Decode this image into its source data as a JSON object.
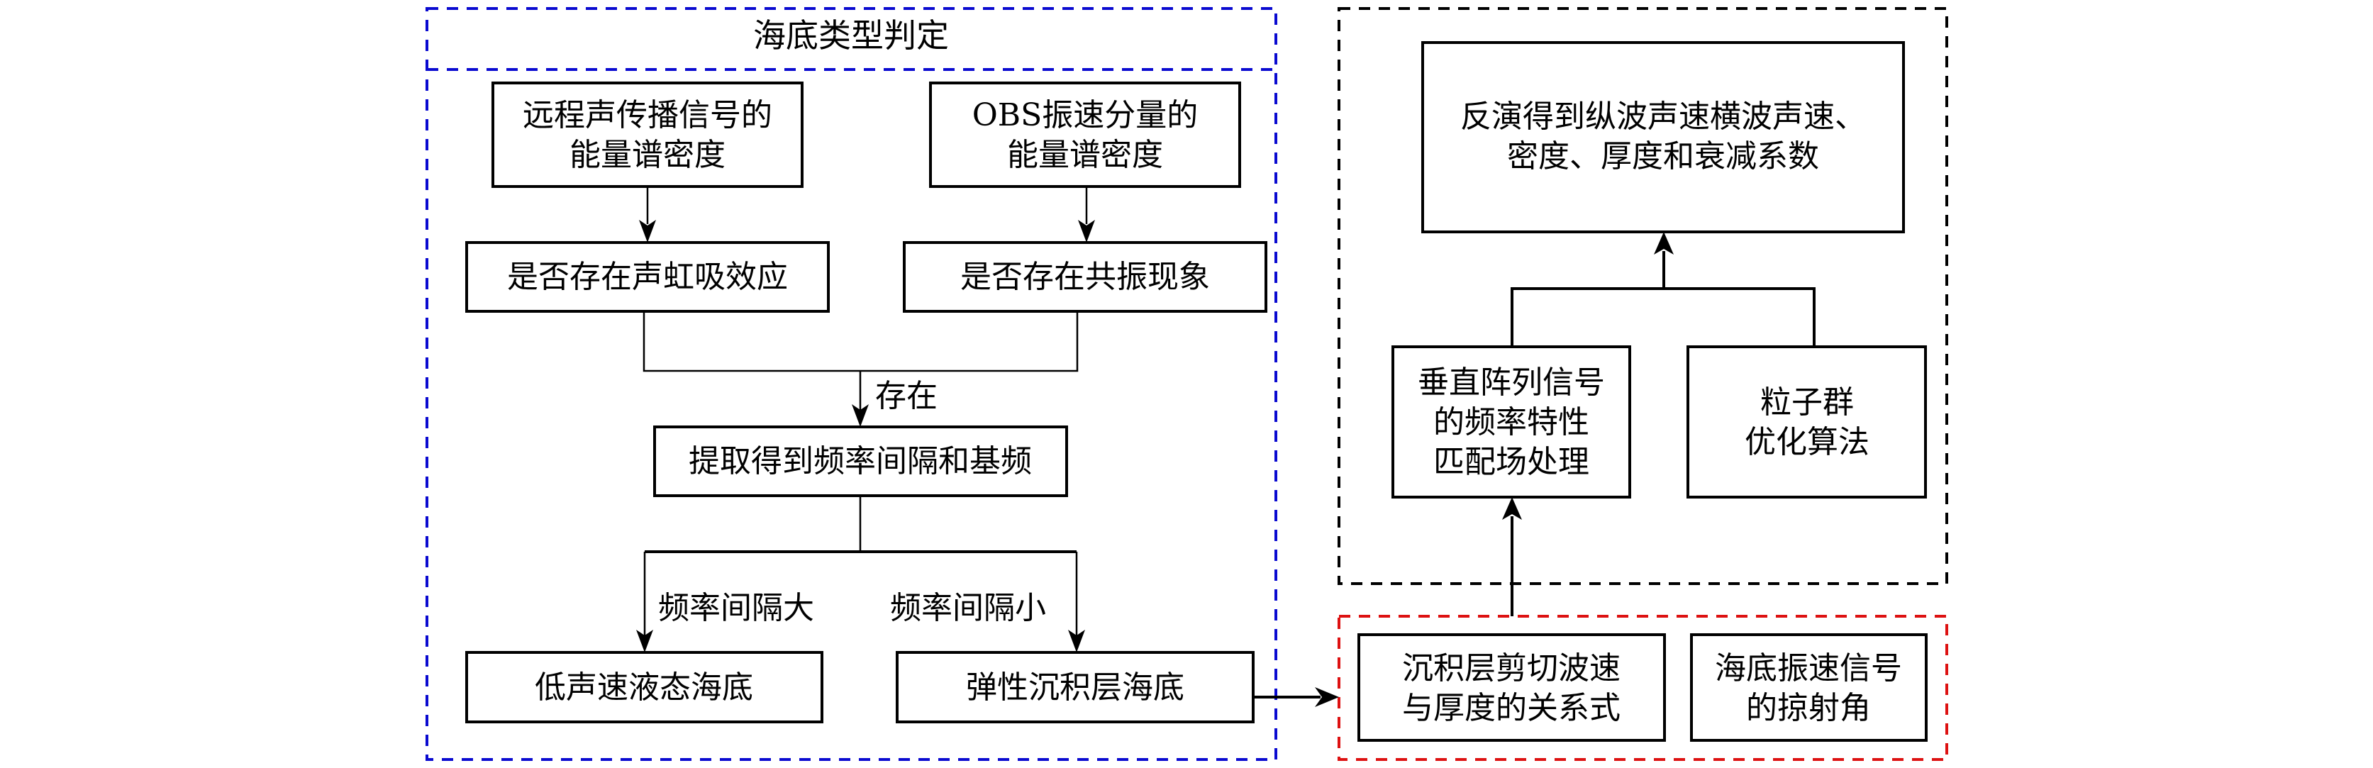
{
  "diagram": {
    "colors": {
      "seabed_group": "#0a0ad0",
      "inversion_group": "#000000",
      "inputs_group": "#dd1111",
      "box_stroke": "#000000"
    },
    "groups": {
      "seabed_type": {
        "title": "海底类型判定"
      }
    },
    "nodes": {
      "remote_esd": {
        "lines": [
          "远程声传播信号的",
          "能量谱密度"
        ]
      },
      "obs_esd": {
        "lines": [
          "OBS振速分量的",
          "能量谱密度"
        ]
      },
      "rainbow_check": {
        "lines": [
          "是否存在声虹吸效应"
        ]
      },
      "resonance_check": {
        "lines": [
          "是否存在共振现象"
        ]
      },
      "extract_freq": {
        "lines": [
          "提取得到频率间隔和基频"
        ]
      },
      "liquid_seabed": {
        "lines": [
          "低声速液态海底"
        ]
      },
      "elastic_seabed": {
        "lines": [
          "弹性沉积层海底"
        ]
      },
      "inversion_result": {
        "lines": [
          "反演得到纵波声速横波声速、",
          "密度、厚度和衰减系数"
        ]
      },
      "vla_matched_field": {
        "lines": [
          "垂直阵列信号",
          "的频率特性",
          "匹配场处理"
        ]
      },
      "pso": {
        "lines": [
          "粒子群",
          "优化算法"
        ]
      },
      "shear_thickness": {
        "lines": [
          "沉积层剪切波速",
          "与厚度的关系式"
        ]
      },
      "grazing_angle": {
        "lines": [
          "海底振速信号",
          "的掠射角"
        ]
      }
    },
    "edge_labels": {
      "exists": "存在",
      "large_interval": "频率间隔大",
      "small_interval": "频率间隔小"
    }
  }
}
